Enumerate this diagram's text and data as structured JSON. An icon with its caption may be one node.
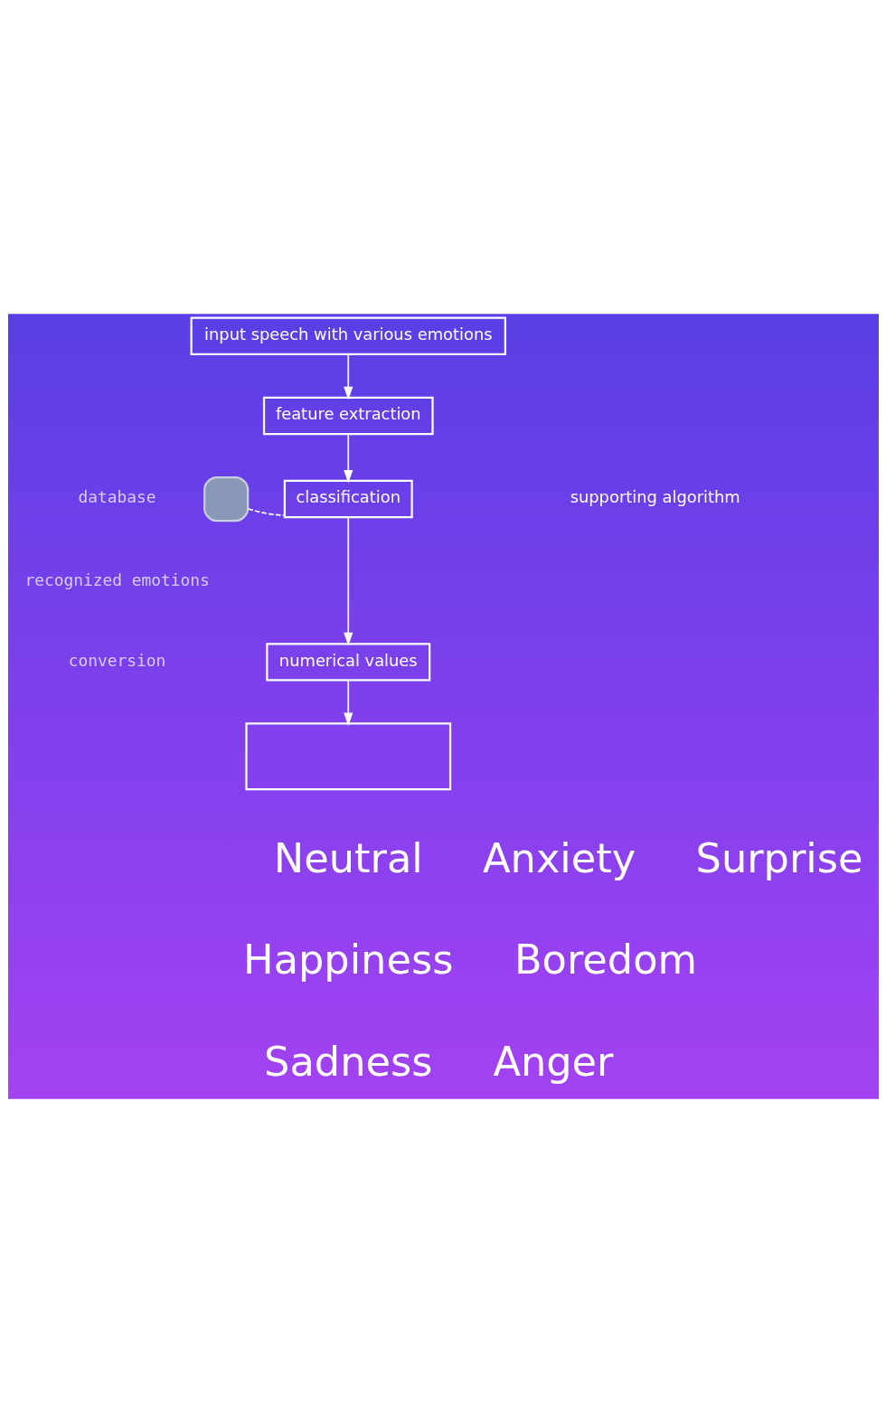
{
  "diagram": {
    "nodes": [
      {
        "text": [
          "input speech with various emotions"
        ]
      },
      {
        "text": [
          "feature extraction"
        ]
      },
      {
        "text": [
          "classification"
        ]
      },
      {
        "text": [
          "numerical values"
        ]
      },
      {
        "text": [],
        "shape": "box"
      },
      {
        "text": [],
        "shape": "box"
      }
    ],
    "edges": [
      {
        "from": 0,
        "to": 1,
        "arrow": "to"
      },
      {
        "from": 1,
        "to": 2,
        "arrow": "to"
      },
      {
        "from": 5,
        "to": 2,
        "arrow": "none",
        "style": "dashed"
      },
      {
        "from": 2,
        "to": 3,
        "arrow": "to"
      },
      {
        "from": 3,
        "to": 4,
        "arrow": "to"
      }
    ],
    "labels": [
      "database",
      "recognized emotions",
      "conversion",
      "supporting algorithm",
      "Neutral",
      "Anxiety",
      "Surprise",
      "Happiness",
      "Boredom",
      "Sadness",
      "Anger"
    ]
  }
}
